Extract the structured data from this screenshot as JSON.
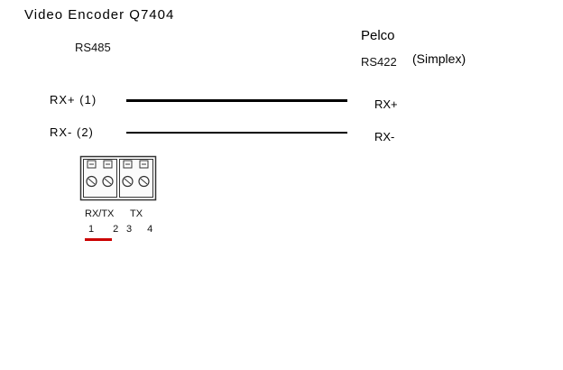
{
  "diagram": {
    "title": "Video Encoder Q7404",
    "left_protocol": "RS485",
    "right_device": "Pelco",
    "right_protocol": "RS422",
    "right_mode": "(Simplex)",
    "wires": [
      {
        "left_label": "RX+ (1)",
        "right_label": "RX+"
      },
      {
        "left_label": "RX-  (2)",
        "right_label": "RX-"
      }
    ],
    "connector": {
      "port_labels": [
        "RX/TX",
        "TX"
      ],
      "pin_numbers_left": "1 2",
      "pin_numbers_right": "3 4",
      "highlighted_pins": "1 2",
      "highlight_color": "#cc0000",
      "wire_color": "#000000",
      "outline_color": "#333333"
    }
  }
}
